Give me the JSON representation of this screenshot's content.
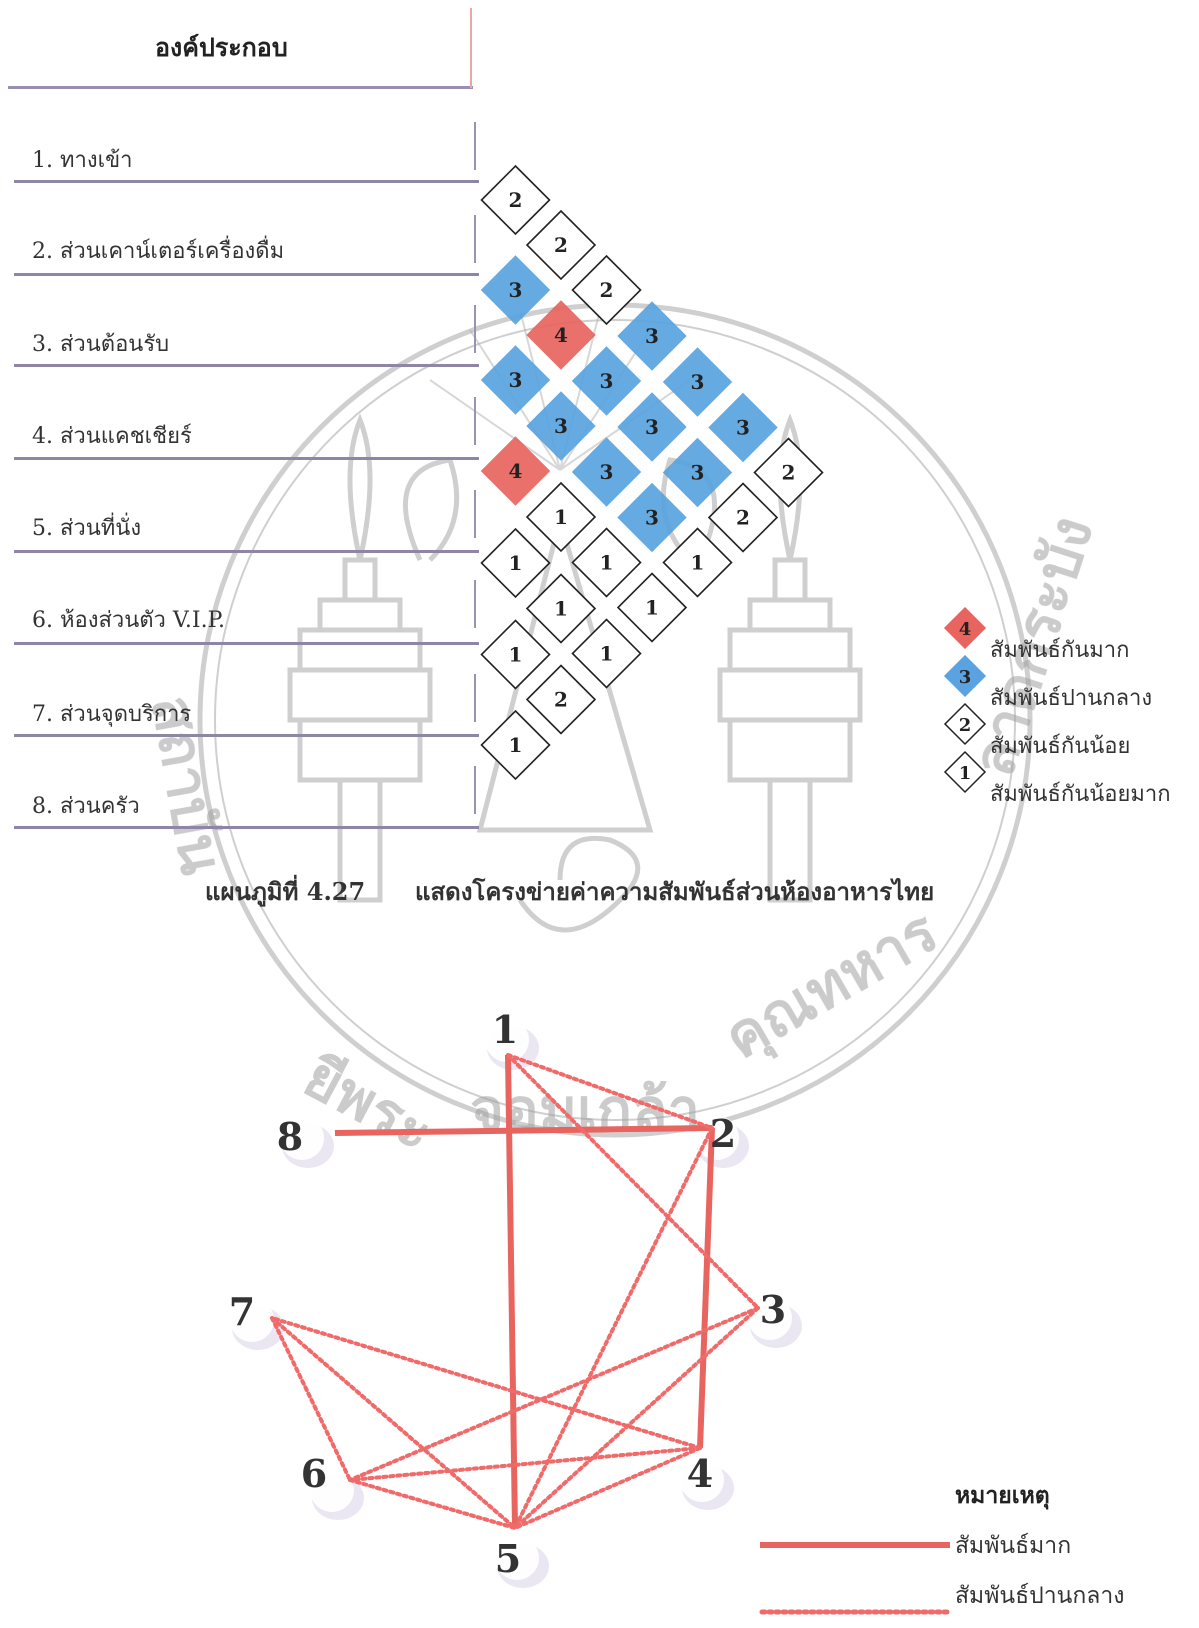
{
  "header": {
    "title": "องค์ประกอบ"
  },
  "components": [
    "1. ทางเข้า",
    "2. ส่วนเคาน์เตอร์เครื่องดื่ม",
    "3. ส่วนต้อนรับ",
    "4. ส่วนแคชเชียร์",
    "5. ส่วนที่นั่ง",
    "6. ห้องส่วนตัว V.I.P.",
    "7. ส่วนจุดบริการ",
    "8. ส่วนครัว"
  ],
  "matrix": [
    {
      "pair": [
        1,
        2
      ],
      "value": 2
    },
    {
      "pair": [
        1,
        3
      ],
      "value": 2
    },
    {
      "pair": [
        1,
        4
      ],
      "value": 2
    },
    {
      "pair": [
        1,
        5
      ],
      "value": 3
    },
    {
      "pair": [
        1,
        6
      ],
      "value": 3
    },
    {
      "pair": [
        1,
        7
      ],
      "value": 3
    },
    {
      "pair": [
        1,
        8
      ],
      "value": 2
    },
    {
      "pair": [
        2,
        3
      ],
      "value": 3
    },
    {
      "pair": [
        2,
        4
      ],
      "value": 4
    },
    {
      "pair": [
        2,
        5
      ],
      "value": 3
    },
    {
      "pair": [
        2,
        6
      ],
      "value": 3
    },
    {
      "pair": [
        2,
        7
      ],
      "value": 3
    },
    {
      "pair": [
        2,
        8
      ],
      "value": 2
    },
    {
      "pair": [
        3,
        4
      ],
      "value": 3
    },
    {
      "pair": [
        3,
        5
      ],
      "value": 3
    },
    {
      "pair": [
        3,
        6
      ],
      "value": 3
    },
    {
      "pair": [
        3,
        7
      ],
      "value": 3
    },
    {
      "pair": [
        3,
        8
      ],
      "value": 1
    },
    {
      "pair": [
        4,
        5
      ],
      "value": 4
    },
    {
      "pair": [
        4,
        6
      ],
      "value": 1
    },
    {
      "pair": [
        4,
        7
      ],
      "value": 1
    },
    {
      "pair": [
        4,
        8
      ],
      "value": 1
    },
    {
      "pair": [
        5,
        6
      ],
      "value": 1
    },
    {
      "pair": [
        5,
        7
      ],
      "value": 1
    },
    {
      "pair": [
        5,
        8
      ],
      "value": 1
    },
    {
      "pair": [
        6,
        7
      ],
      "value": 1
    },
    {
      "pair": [
        6,
        8
      ],
      "value": 2
    },
    {
      "pair": [
        7,
        8
      ],
      "value": 1
    }
  ],
  "matrix_legend": [
    {
      "value": "4",
      "label": "สัมพันธ์กันมาก",
      "color": "#e8645f"
    },
    {
      "value": "3",
      "label": "สัมพันธ์ปานกลาง",
      "color": "#5aa3e0"
    },
    {
      "value": "2",
      "label": "สัมพันธ์กันน้อย",
      "color": "#ffffff"
    },
    {
      "value": "1",
      "label": "สัมพันธ์กันน้อยมาก",
      "color": "#ffffff"
    }
  ],
  "caption": {
    "number": "แผนภูมิที่ 4.27",
    "text": "แสดงโครงข่ายค่าความสัมพันธ์ส่วนห้องอาหารไทย"
  },
  "network": {
    "nodes": [
      "1",
      "2",
      "3",
      "4",
      "5",
      "6",
      "7",
      "8"
    ],
    "edges": [
      {
        "from": "1",
        "to": "5",
        "style": "strong"
      },
      {
        "from": "8",
        "to": "2",
        "style": "strong"
      },
      {
        "from": "2",
        "to": "4",
        "style": "strong"
      },
      {
        "from": "1",
        "to": "2",
        "style": "medium"
      },
      {
        "from": "1",
        "to": "3",
        "style": "medium"
      },
      {
        "from": "2",
        "to": "5",
        "style": "medium"
      },
      {
        "from": "3",
        "to": "6",
        "style": "medium"
      },
      {
        "from": "3",
        "to": "5",
        "style": "medium"
      },
      {
        "from": "4",
        "to": "7",
        "style": "medium"
      },
      {
        "from": "4",
        "to": "6",
        "style": "medium"
      },
      {
        "from": "4",
        "to": "5",
        "style": "medium"
      },
      {
        "from": "7",
        "to": "6",
        "style": "medium"
      },
      {
        "from": "7",
        "to": "5",
        "style": "medium"
      },
      {
        "from": "6",
        "to": "5",
        "style": "medium"
      }
    ]
  },
  "network_legend": {
    "title": "หมายเหตุ",
    "strong_label": "สัมพันธ์มาก",
    "medium_label": "สัมพันธ์ปานกลาง"
  },
  "colors": {
    "strong": "#e8645f",
    "medium_line": "#f06a6a",
    "blue": "#5aa3e0",
    "watermark": "#9e9e9e"
  }
}
